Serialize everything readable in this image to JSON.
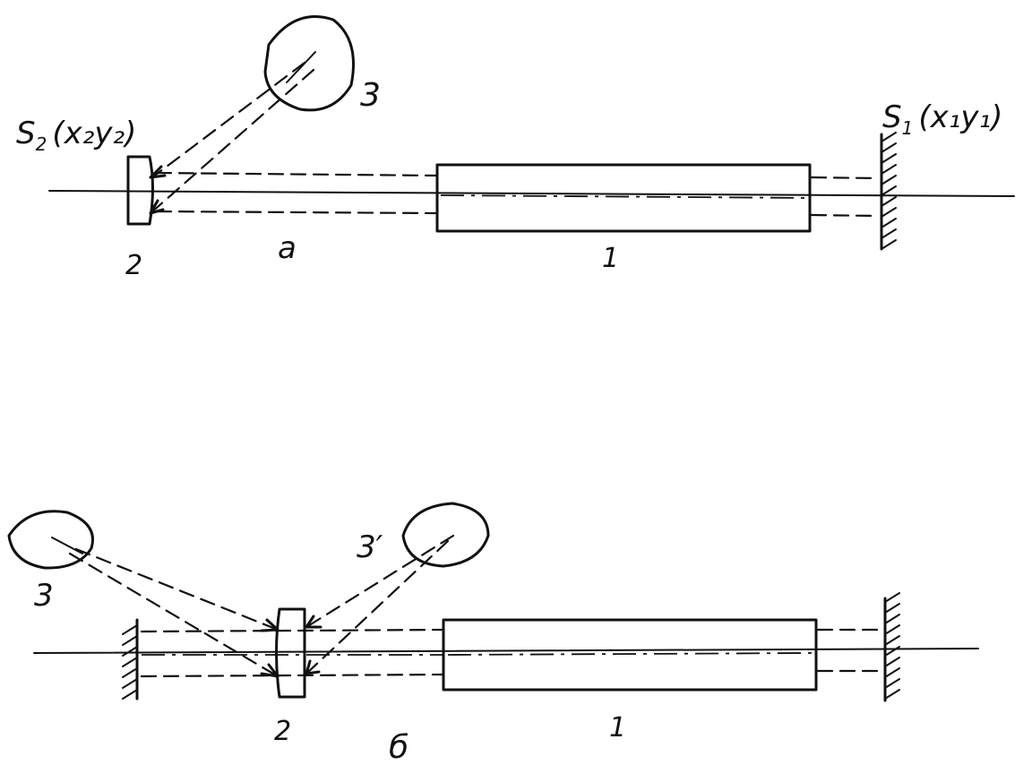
{
  "panel_a": {
    "caption": "a",
    "tube_label": "1",
    "element_label": "2",
    "source_label": "3",
    "point_left": {
      "name": "S",
      "sub": "2",
      "coords": "(x₂y₂)"
    },
    "point_right": {
      "name": "S",
      "sub": "1",
      "coords": "(x₁y₁)"
    }
  },
  "panel_b": {
    "caption": "б",
    "tube_label": "1",
    "element_label": "2",
    "source_left_label": "3",
    "source_right_label": "3′"
  }
}
